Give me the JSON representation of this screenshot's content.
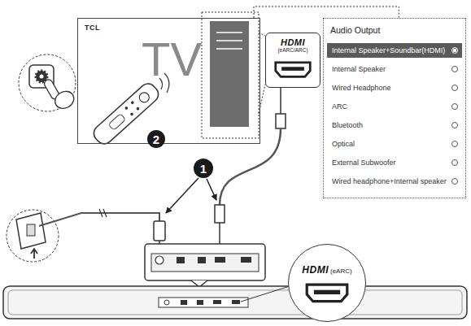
{
  "diagram": {
    "nodes": [
      {
        "text": [
          "TCL",
          "TV"
        ]
      },
      {
        "text": [
          "Audio Output"
        ]
      },
      {
        "text": [
          "Internal Speaker+Soundbar(HDMI)"
        ],
        "in": 1
      },
      {
        "text": [
          "Internal Speaker"
        ],
        "in": 1
      },
      {
        "text": [
          "Wired Headphone"
        ],
        "in": 1
      },
      {
        "text": [
          "ARC"
        ],
        "in": 1
      },
      {
        "text": [
          "Bluetooth"
        ],
        "in": 1
      },
      {
        "text": [
          "Optical"
        ],
        "in": 1
      },
      {
        "text": [
          "External Subwoofer"
        ],
        "in": 1
      },
      {
        "text": [
          "Wired headphone+Internal speaker"
        ],
        "in": 1
      },
      {
        "text": [
          "HDMI",
          "(eARC/ARC)"
        ]
      },
      {
        "text": [
          "HDMI",
          "(eARC)"
        ]
      }
    ],
    "edges": [
      {
        "from": 0,
        "to": 1,
        "arrow": "none"
      }
    ],
    "labels": [
      "1",
      "2"
    ]
  }
}
